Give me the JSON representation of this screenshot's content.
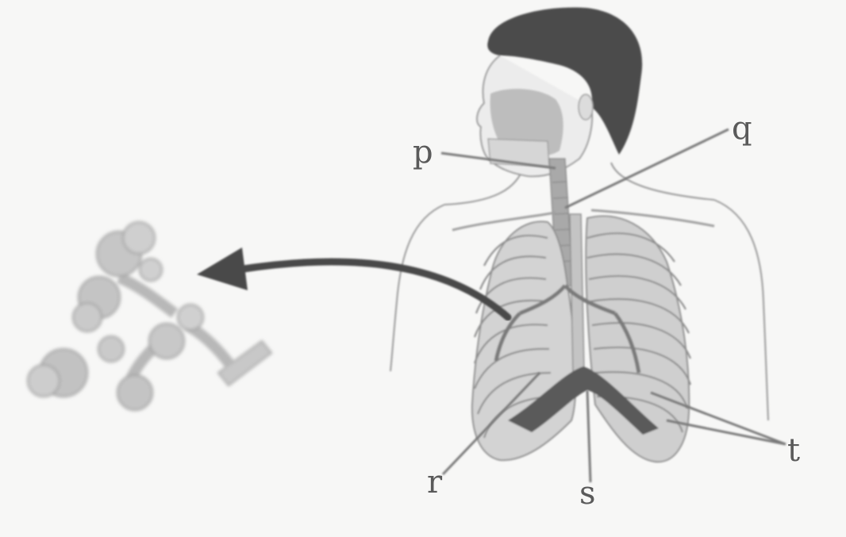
{
  "labels": {
    "p": "p",
    "q": "q",
    "r": "r",
    "s": "s",
    "t": "t"
  }
}
